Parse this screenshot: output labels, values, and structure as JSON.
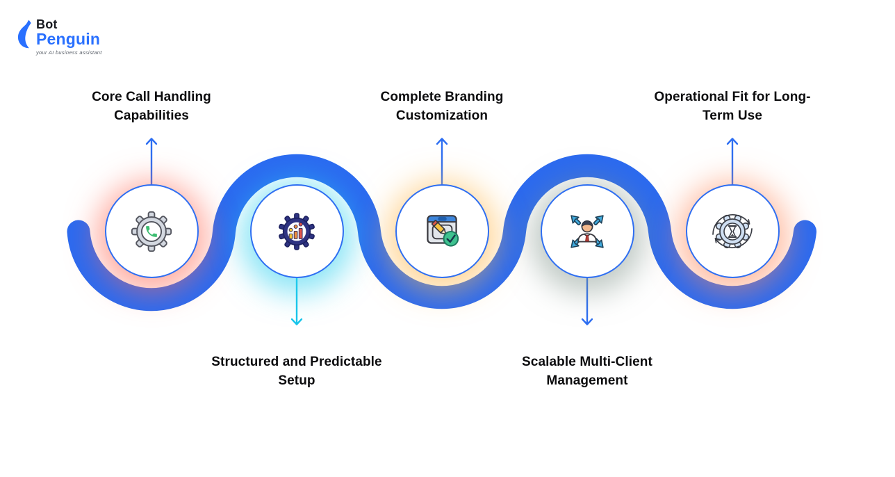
{
  "logo": {
    "brand_top": "Bot",
    "brand_bottom": "Penguin",
    "tagline": "your AI business assistant",
    "brand_color": "#2970ff"
  },
  "diagram": {
    "wave_color": "#2b6af0",
    "circle_border_color": "#2f6ff2",
    "nodes": [
      {
        "id": "core-call-handling",
        "label": "Core Call Handling\nCapabilities",
        "label_position": "top",
        "icon": "gear-phone-icon",
        "glow_color": "rgba(255,108,88,0.55)",
        "arrow_color": "#2d6ef2",
        "arrow_direction": "up"
      },
      {
        "id": "structured-setup",
        "label": "Structured and Predictable\nSetup",
        "label_position": "bottom",
        "icon": "gear-bar-chart-icon",
        "glow_color": "rgba(44,208,238,0.55)",
        "arrow_color": "#18c5ea",
        "arrow_direction": "down"
      },
      {
        "id": "branding-customization",
        "label": "Complete Branding\nCustomization",
        "label_position": "top",
        "icon": "browser-edit-check-icon",
        "glow_color": "rgba(255,184,77,0.55)",
        "arrow_color": "#2d6ef2",
        "arrow_direction": "up"
      },
      {
        "id": "multi-client-management",
        "label": "Scalable Multi-Client\nManagement",
        "label_position": "bottom",
        "icon": "person-expand-arrows-icon",
        "glow_color": "rgba(128,148,138,0.5)",
        "arrow_color": "#2d6ef2",
        "arrow_direction": "down"
      },
      {
        "id": "operational-fit",
        "label": "Operational Fit for Long-\nTerm Use",
        "label_position": "top",
        "icon": "hourglass-cycle-icon",
        "glow_color": "rgba(255,138,92,0.55)",
        "arrow_color": "#2d6ef2",
        "arrow_direction": "up"
      }
    ]
  }
}
